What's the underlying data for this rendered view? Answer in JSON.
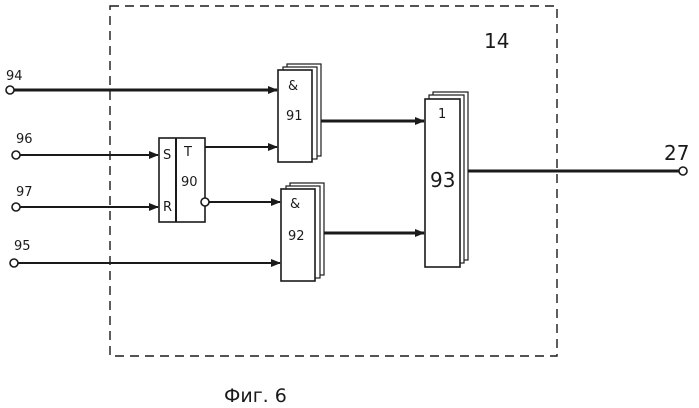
{
  "block_number": "14",
  "terminals": {
    "in_94": "94",
    "in_96": "96",
    "in_97": "97",
    "in_95": "95",
    "out_27": "27"
  },
  "gate_91": {
    "symbol": "&",
    "number": "91"
  },
  "gate_92": {
    "symbol": "&",
    "number": "92"
  },
  "trigger_90": {
    "set": "S",
    "reset": "R",
    "type": "T",
    "number": "90"
  },
  "or_93": {
    "symbol": "1",
    "number": "93"
  },
  "caption": "Фиг. 6"
}
